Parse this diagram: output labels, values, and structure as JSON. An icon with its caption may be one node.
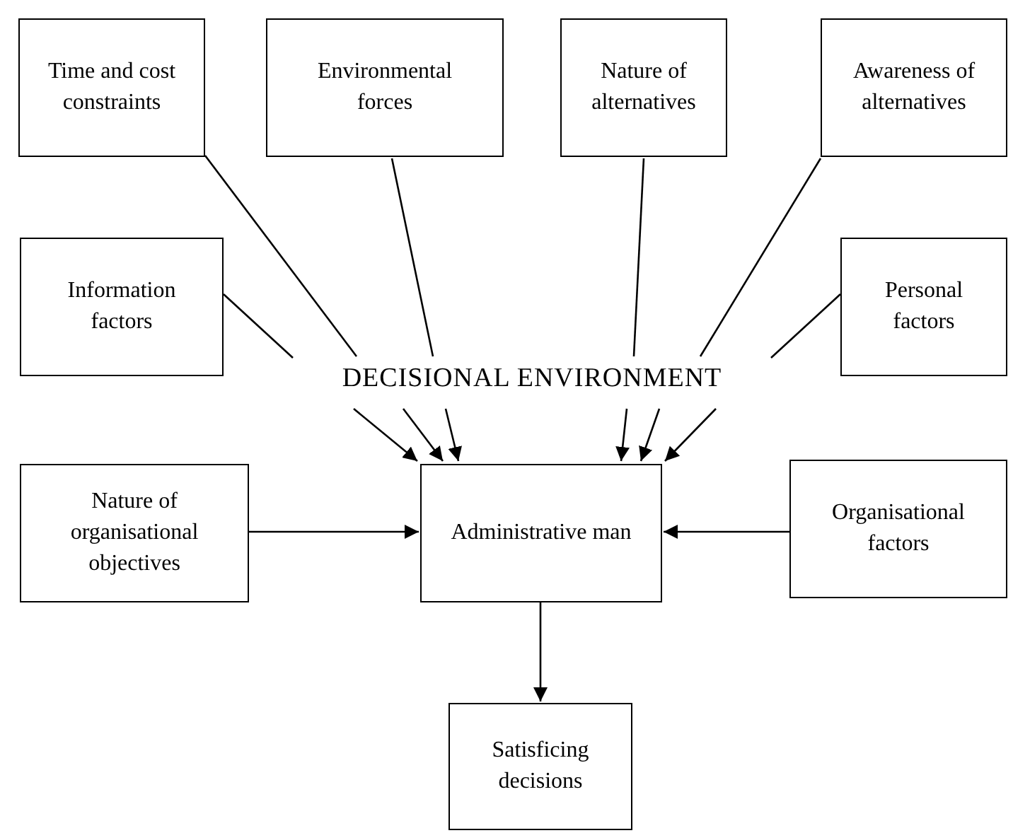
{
  "diagram": {
    "nodes": [
      {
        "text": [
          "Time and cost constraints"
        ]
      },
      {
        "text": [
          "Environmental forces"
        ]
      },
      {
        "text": [
          "Nature of alternatives"
        ]
      },
      {
        "text": [
          "Awareness of alternatives"
        ]
      },
      {
        "text": [
          "Information factors"
        ]
      },
      {
        "text": [
          "Personal factors"
        ]
      },
      {
        "text": [
          "DECISIONAL ENVIRONMENT"
        ]
      },
      {
        "text": [
          "Nature of organisational objectives"
        ]
      },
      {
        "text": [
          "Administrative man"
        ]
      },
      {
        "text": [
          "Organisational factors"
        ]
      },
      {
        "text": [
          "Satisficing decisions"
        ]
      }
    ],
    "edges": [
      {
        "from": 7,
        "to": 8,
        "arrow": "to"
      },
      {
        "from": 4,
        "to": 6,
        "arrow": "none"
      },
      {
        "from": 0,
        "to": 6,
        "arrow": "none"
      },
      {
        "from": 1,
        "to": 6,
        "arrow": "none"
      },
      {
        "from": 2,
        "to": 6,
        "arrow": "none"
      },
      {
        "from": 3,
        "to": 6,
        "arrow": "none"
      },
      {
        "from": 5,
        "to": 6,
        "arrow": "none"
      },
      {
        "from": 6,
        "to": 8,
        "arrow": "to"
      },
      {
        "from": 6,
        "to": 8,
        "arrow": "to"
      },
      {
        "from": 6,
        "to": 8,
        "arrow": "to"
      },
      {
        "from": 6,
        "to": 8,
        "arrow": "to"
      },
      {
        "from": 6,
        "to": 8,
        "arrow": "to"
      },
      {
        "from": 6,
        "to": 8,
        "arrow": "to"
      },
      {
        "from": 9,
        "to": 8,
        "arrow": "to"
      },
      {
        "from": 8,
        "to": 10,
        "arrow": "to"
      }
    ]
  }
}
